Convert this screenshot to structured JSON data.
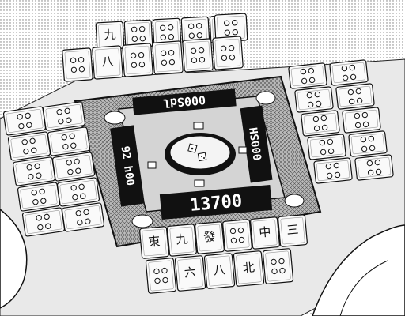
{
  "table": {
    "scores": {
      "top": "000Sdl",
      "right": "000SH",
      "left": "92 h00",
      "bottom": "13700"
    },
    "tile_faces": {
      "bottom_row": [
        "東",
        "九",
        "發",
        "",
        "中",
        "三"
      ],
      "bottom_front": [
        "",
        "六",
        "八",
        "北",
        ""
      ],
      "top_row": [
        "九",
        "",
        "",
        "",
        ""
      ],
      "top_front": [
        "",
        "八",
        "",
        "",
        "",
        ""
      ]
    }
  }
}
